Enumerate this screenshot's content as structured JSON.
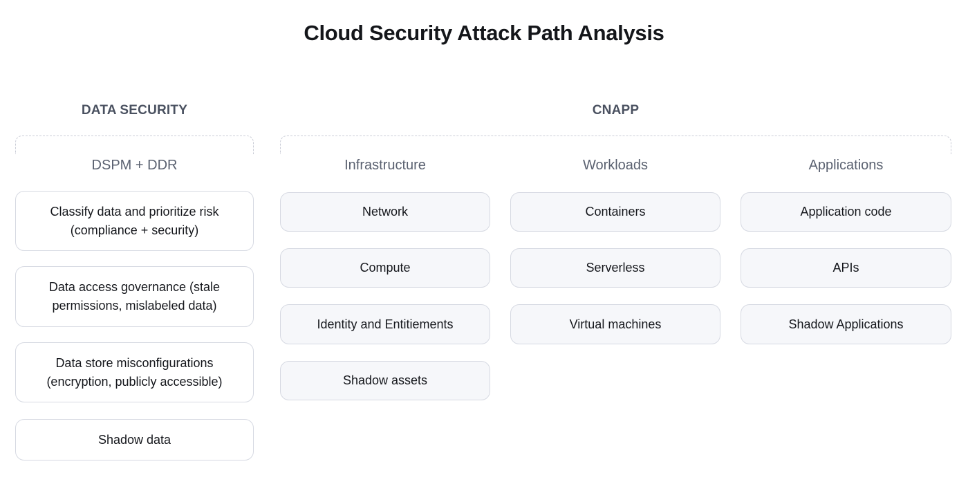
{
  "title": "Cloud Security Attack Path Analysis",
  "sections": {
    "data_security": {
      "header": "DATA SECURITY",
      "group_label": "DSPM + DDR",
      "cards": [
        "Classify data and prioritize risk (compliance + security)",
        "Data access governance (stale permissions, mislabeled data)",
        "Data store misconfigurations (encryption, publicly accessible)",
        "Shadow data"
      ]
    },
    "cnapp": {
      "header": "CNAPP",
      "columns": [
        {
          "label": "Infrastructure",
          "cards": [
            "Network",
            "Compute",
            "Identity and Entitiements",
            "Shadow assets"
          ]
        },
        {
          "label": "Workloads",
          "cards": [
            "Containers",
            "Serverless",
            "Virtual machines"
          ]
        },
        {
          "label": "Applications",
          "cards": [
            "Application code",
            "APIs",
            "Shadow Applications"
          ]
        }
      ]
    }
  },
  "colors": {
    "title_text": "#14161a",
    "header_text": "#4a5160",
    "subheader_text": "#5a6170",
    "card_text": "#15171c",
    "card_border": "#d6d9e2",
    "dashed_border": "#c9ccd6",
    "left_card_bg": "#ffffff",
    "cnapp_card_bg": "#f6f7fa"
  }
}
